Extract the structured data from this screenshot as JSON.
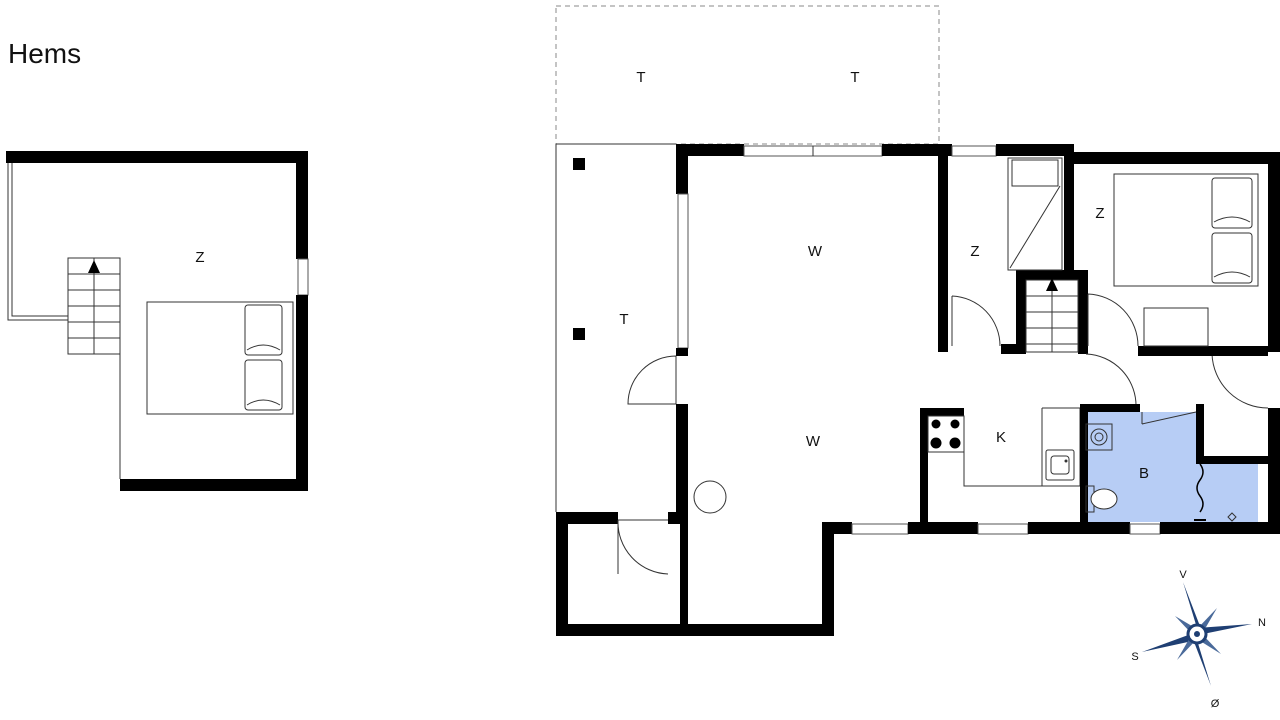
{
  "loft": {
    "title": "Hems",
    "room_z": "Z"
  },
  "main": {
    "terrace_top_left": "T",
    "terrace_top_right": "T",
    "terrace_side": "T",
    "living_upper": "W",
    "living_lower": "W",
    "room_z_small": "Z",
    "room_z_large": "Z",
    "kitchen": "K",
    "bathroom": "B"
  },
  "compass": {
    "north": "N",
    "south": "S",
    "east": "Ø",
    "west": "V"
  },
  "colors": {
    "bathroom_fill": "#b7cdf5",
    "wall": "#000000",
    "compass": "#1f3f73"
  }
}
